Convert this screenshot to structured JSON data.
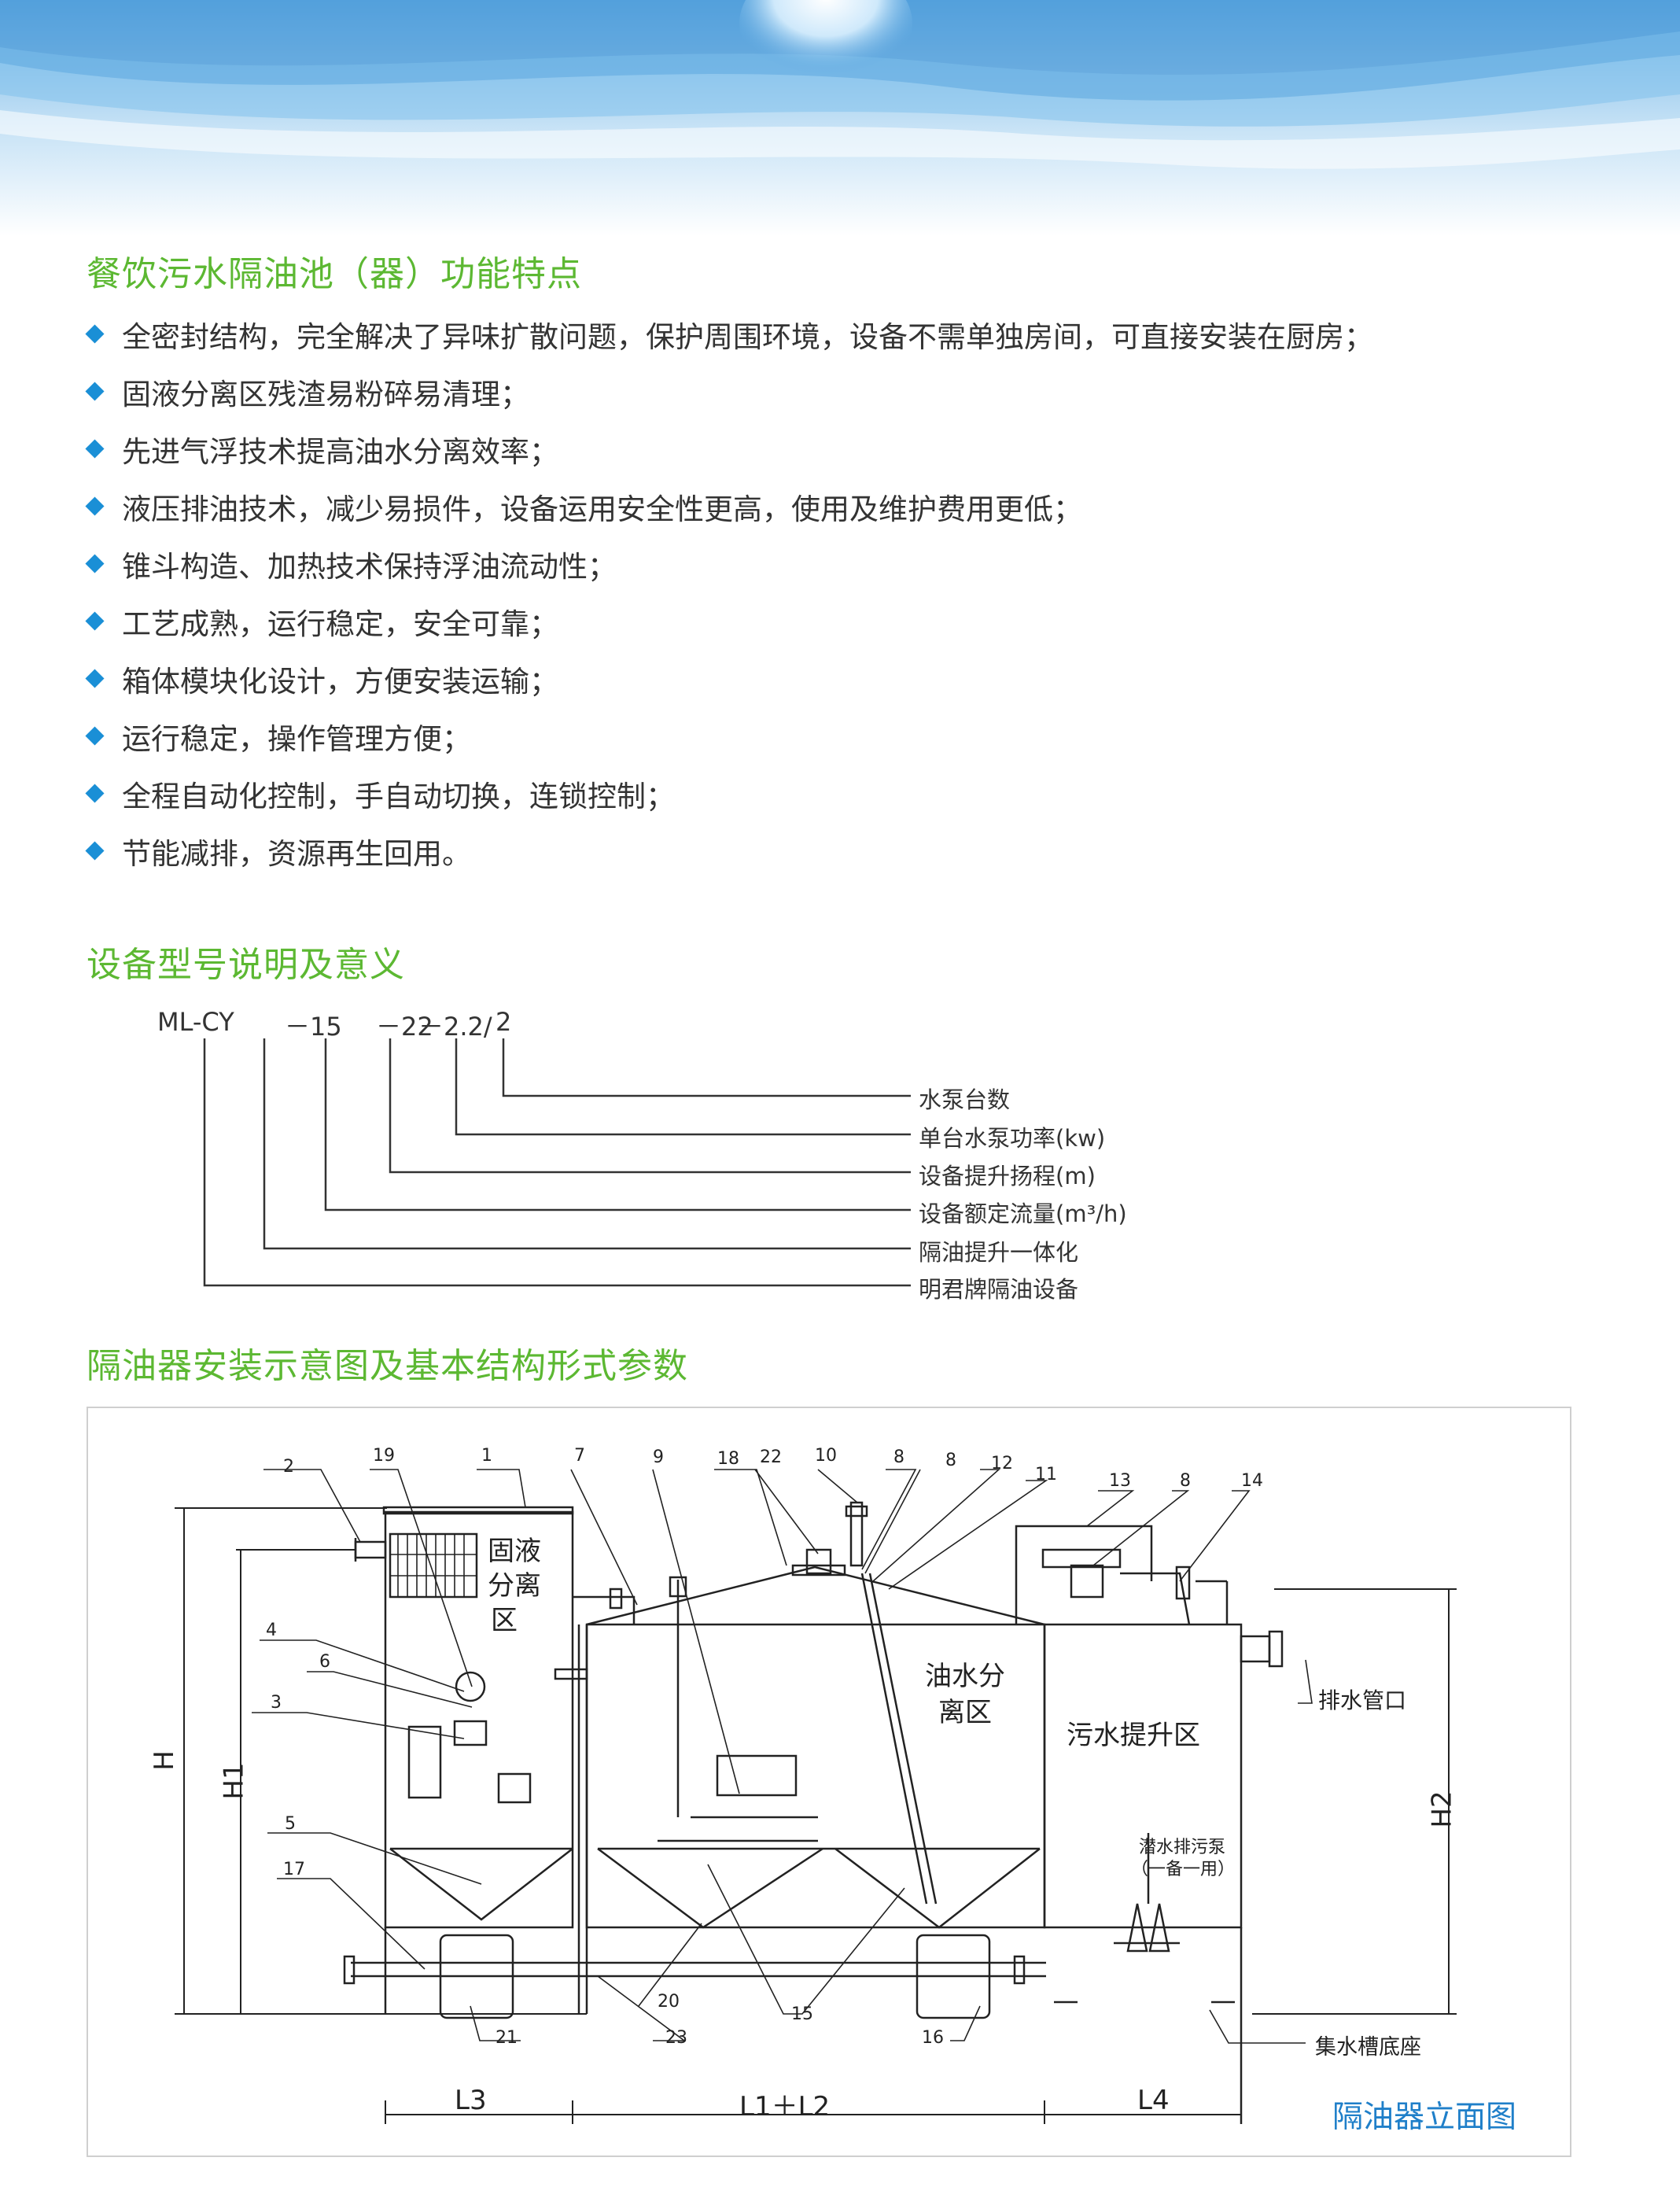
{
  "section1": {
    "title": "餐饮污水隔油池（器）功能特点",
    "items": [
      "全密封结构，完全解决了异味扩散问题，保护周围环境，设备不需单独房间，可直接安装在厨房；",
      "固液分离区残渣易粉碎易清理；",
      "先进气浮技术提高油水分离效率；",
      "液压排油技术，减少易损件，设备运用安全性更高，使用及维护费用更低；",
      "锥斗构造、加热技术保持浮油流动性；",
      "工艺成熟，运行稳定，安全可靠；",
      "箱体模块化设计，方便安装运输；",
      "运行稳定，操作管理方便；",
      "全程自动化控制，手自动切换，连锁控制；",
      "节能减排，资源再生回用。"
    ]
  },
  "section2": {
    "title": "设备型号说明及意义",
    "model_prefix": "ML-CY",
    "model_flow": "－15",
    "model_head": "－22",
    "model_power": "－2.2/",
    "model_count": "2",
    "labels": [
      "水泵台数",
      "单台水泵功率(kw)",
      "设备提升扬程(m)",
      "设备额定流量(m³/h)",
      "隔油提升一体化",
      "明君牌隔油设备"
    ]
  },
  "section3": {
    "title": "隔油器安装示意图及基本结构形式参数",
    "caption": "隔油器立面图",
    "zones": {
      "solid_1": "固液",
      "solid_2": "分离",
      "solid_3": "区",
      "oil_1": "油水分",
      "oil_2": "离区",
      "lift": "污水提升区"
    },
    "annotations": {
      "outlet": "排水管口",
      "pump_1": "潜水排污泵",
      "pump_2": "（一备一用）",
      "base": "集水槽底座"
    },
    "dims": {
      "H": "H",
      "H1": "H1",
      "H2": "H2",
      "L3": "L3",
      "L1L2": "L1＋L2",
      "L4": "L4"
    },
    "callouts": [
      "1",
      "2",
      "3",
      "4",
      "5",
      "6",
      "7",
      "8",
      "9",
      "10",
      "11",
      "12",
      "13",
      "14",
      "15",
      "16",
      "17",
      "18",
      "19",
      "20",
      "21",
      "22",
      "23"
    ]
  },
  "colors": {
    "accent_green": "#5cb832",
    "bullet_blue": "#1a8fd6",
    "caption_blue": "#1f7fc9"
  }
}
